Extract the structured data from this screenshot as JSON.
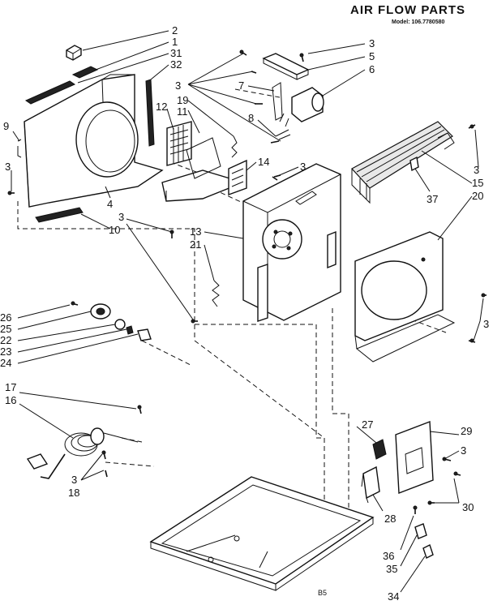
{
  "header": {
    "title": "AIR FLOW PARTS",
    "model": "Model: 106.7780580"
  },
  "footer": {
    "code": "B5"
  },
  "labels": {
    "p2": "2",
    "p1": "1",
    "p31": "31",
    "p32": "32",
    "p3a": "3",
    "p5": "5",
    "p6": "6",
    "p7": "7",
    "p3b": "3",
    "p19": "19",
    "p11": "11",
    "p12": "12",
    "p8": "8",
    "p9": "9",
    "p3c": "3",
    "p4": "4",
    "p14": "14",
    "p3d": "3",
    "p3e": "3",
    "p15": "15",
    "p20": "20",
    "p37": "37",
    "p3f": "3",
    "p10": "10",
    "p13": "13",
    "p21": "21",
    "p26": "26",
    "p25": "25",
    "p22": "22",
    "p23": "23",
    "p24": "24",
    "p3g": "3",
    "p17": "17",
    "p16": "16",
    "p3h": "3",
    "p18": "18",
    "p27": "27",
    "p29": "29",
    "p3i": "3",
    "p28": "28",
    "p30": "30",
    "p36": "36",
    "p35": "35",
    "p34": "34"
  }
}
